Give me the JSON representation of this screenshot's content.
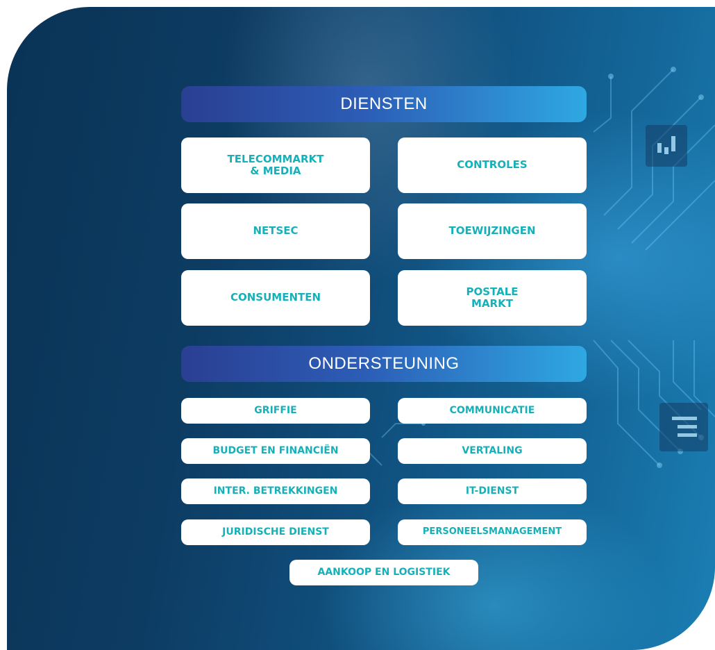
{
  "sections": {
    "services": {
      "title": "DIENSTEN",
      "items": [
        {
          "label": "TELECOMMARKT\n& MEDIA"
        },
        {
          "label": "CONTROLES"
        },
        {
          "label": "NETSEC"
        },
        {
          "label": "TOEWIJZINGEN"
        },
        {
          "label": "CONSUMENTEN"
        },
        {
          "label": "POSTALE\nMARKT"
        }
      ]
    },
    "support": {
      "title": "ONDERSTEUNING",
      "items": [
        {
          "label": "GRIFFIE"
        },
        {
          "label": "COMMUNICATIE"
        },
        {
          "label": "BUDGET EN FINANCIËN"
        },
        {
          "label": "VERTALING"
        },
        {
          "label": "INTER. BETREKKINGEN"
        },
        {
          "label": "IT-DIENST"
        },
        {
          "label": "JURIDISCHE DIENST"
        },
        {
          "label": "PERSONEELSMANAGEMENT"
        },
        {
          "label": "AANKOOP EN LOGISTIEK"
        }
      ]
    }
  },
  "colors": {
    "tile_text": "#16b1b8",
    "header_start": "#2a3f92",
    "header_end": "#2fa8e2",
    "background_dark": "#0a3356",
    "background_light": "#1b7fb4"
  },
  "icons": [
    "candlestick-chart-icon",
    "document-list-icon",
    "circuit-lines-decoration"
  ]
}
